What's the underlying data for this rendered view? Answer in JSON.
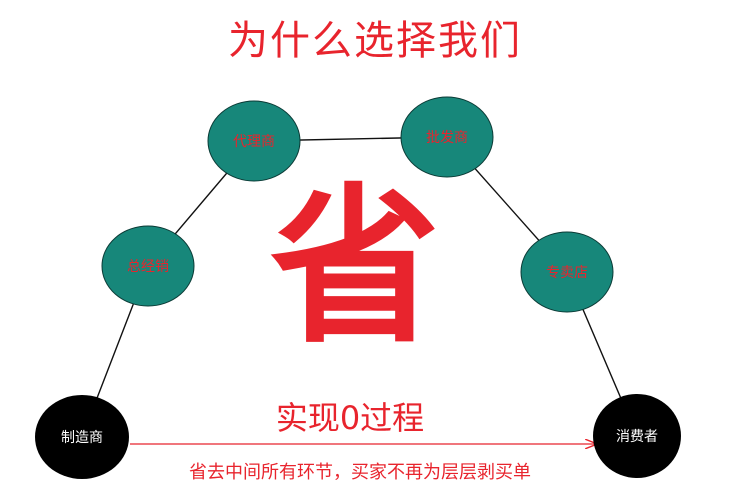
{
  "title": "为什么选择我们",
  "center_char": "省",
  "subtitle": "实现0过程",
  "caption": "省去中间所有环节，买家不再为层层剥买单",
  "colors": {
    "accent_red": "#e8242d",
    "teal_node": "#17877a",
    "black_node": "#000000",
    "line": "#111111"
  },
  "nodes": [
    {
      "id": "manufacturer",
      "label": "制造商",
      "kind": "endpoint"
    },
    {
      "id": "general-distributor",
      "label": "总经销",
      "kind": "middle"
    },
    {
      "id": "agent",
      "label": "代理商",
      "kind": "middle"
    },
    {
      "id": "wholesaler",
      "label": "批发商",
      "kind": "middle"
    },
    {
      "id": "store",
      "label": "专卖店",
      "kind": "middle"
    },
    {
      "id": "consumer",
      "label": "消费者",
      "kind": "endpoint"
    }
  ]
}
